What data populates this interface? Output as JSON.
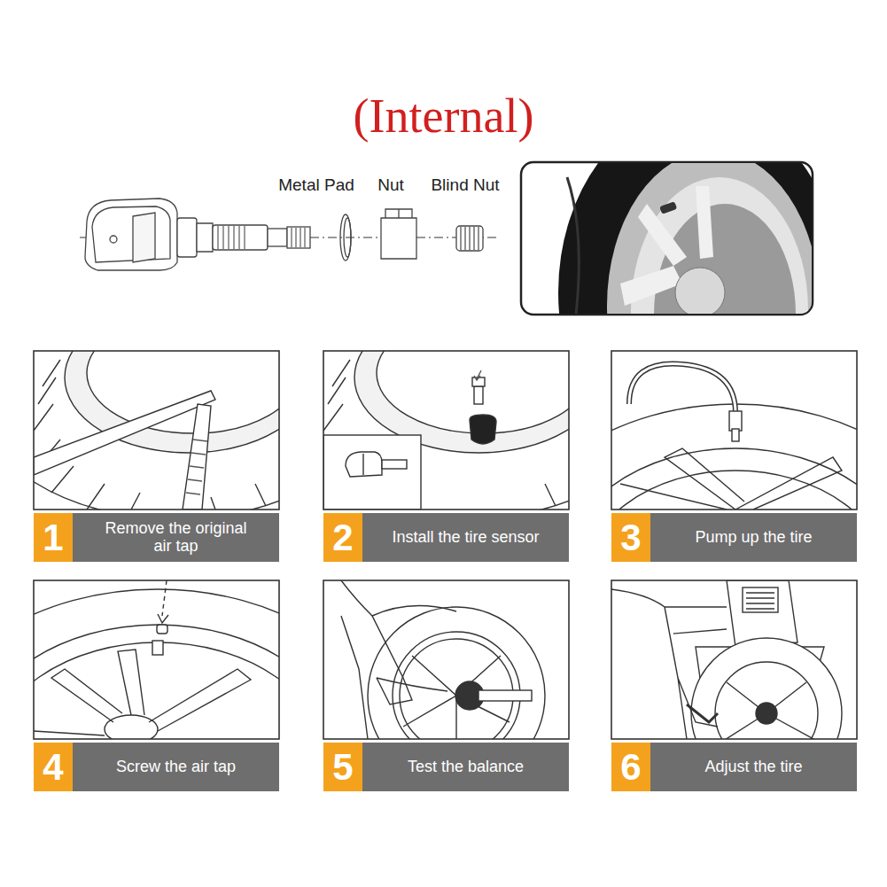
{
  "diagram": {
    "title": "(Internal)",
    "nodes": [
      {
        "text": [
          "1",
          "Remove the original air tap"
        ]
      },
      {
        "text": [
          "2",
          "Install the tire sensor"
        ]
      },
      {
        "text": [
          "3",
          "Pump up the tire"
        ]
      },
      {
        "text": [
          "4",
          "Screw the air tap"
        ]
      },
      {
        "text": [
          "5",
          "Test the balance"
        ]
      },
      {
        "text": [
          "6",
          "Adjust the tire"
        ]
      }
    ],
    "labels": [
      "Metal Pad",
      "Nut",
      "Blind Nut"
    ]
  }
}
